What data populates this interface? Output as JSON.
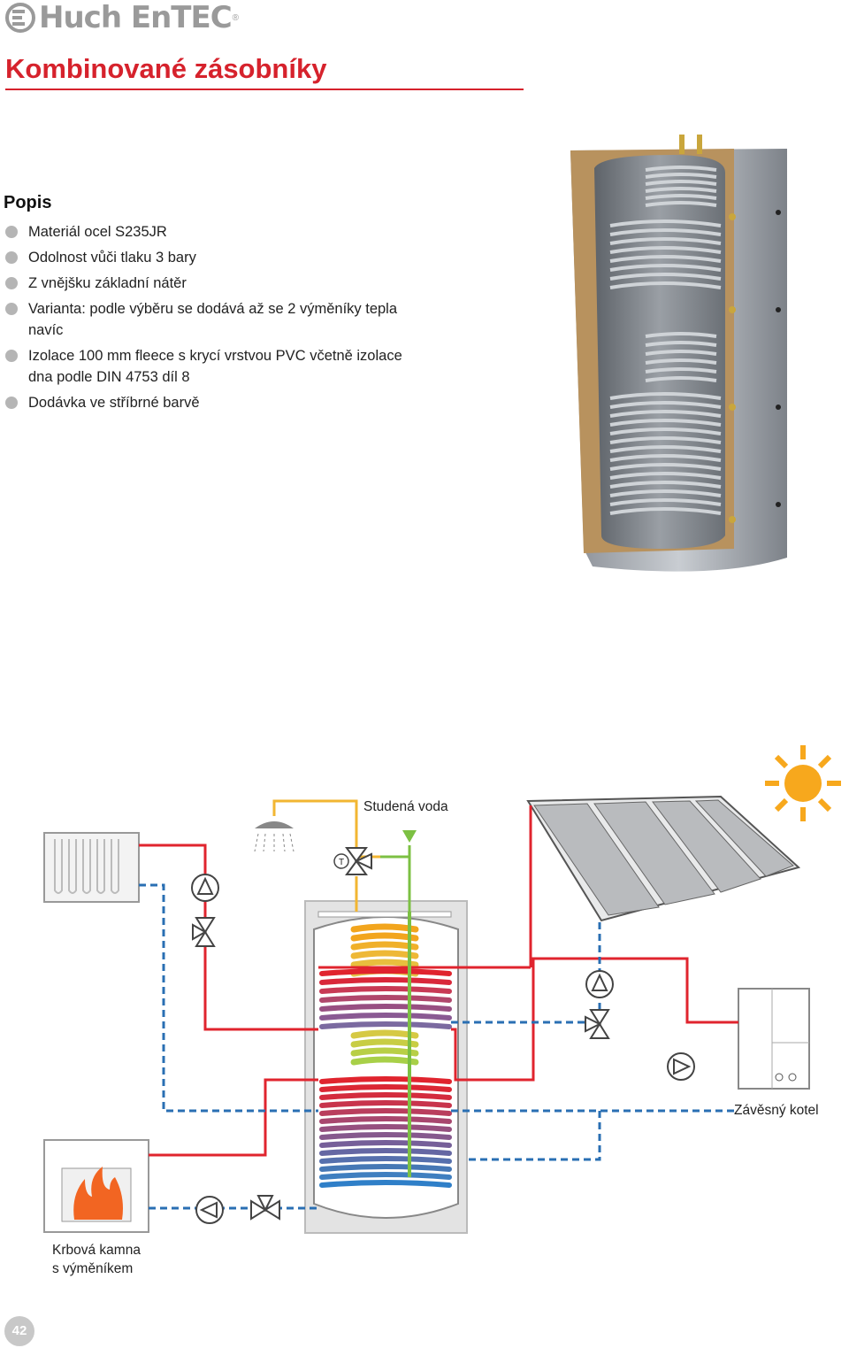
{
  "header": {
    "logo_text": "Huch EnTEC",
    "logo_reg": "®"
  },
  "page": {
    "title": "Kombinované zásobníky",
    "section_heading": "Popis",
    "page_number": "42"
  },
  "features": [
    "Materiál ocel S235JR",
    "Odolnost vůči tlaku 3 bary",
    "Z vnějšku základní nátěr",
    "Varianta: podle výběru se dodává až se 2 výměníky tepla navíc",
    "Izolace 100 mm fleece s krycí vrstvou PVC včetně izolace dna podle DIN 4753 díl 8",
    "Dodávka ve stříbrné barvě"
  ],
  "diagram": {
    "cold_water_label": "Studená voda",
    "boiler_label": "Závěsný kotel",
    "stove_label_line1": "Krbová kamna",
    "stove_label_line2": "s výměníkem",
    "thermo_valve_letter": "T"
  },
  "colors": {
    "accent": "#d6222c",
    "pipe_hot": "#e0242e",
    "pipe_return": "#2a6fb3",
    "pipe_cold": "#7cc043",
    "pipe_dhw": "#f2b632",
    "bullet": "#b5b5b5"
  }
}
